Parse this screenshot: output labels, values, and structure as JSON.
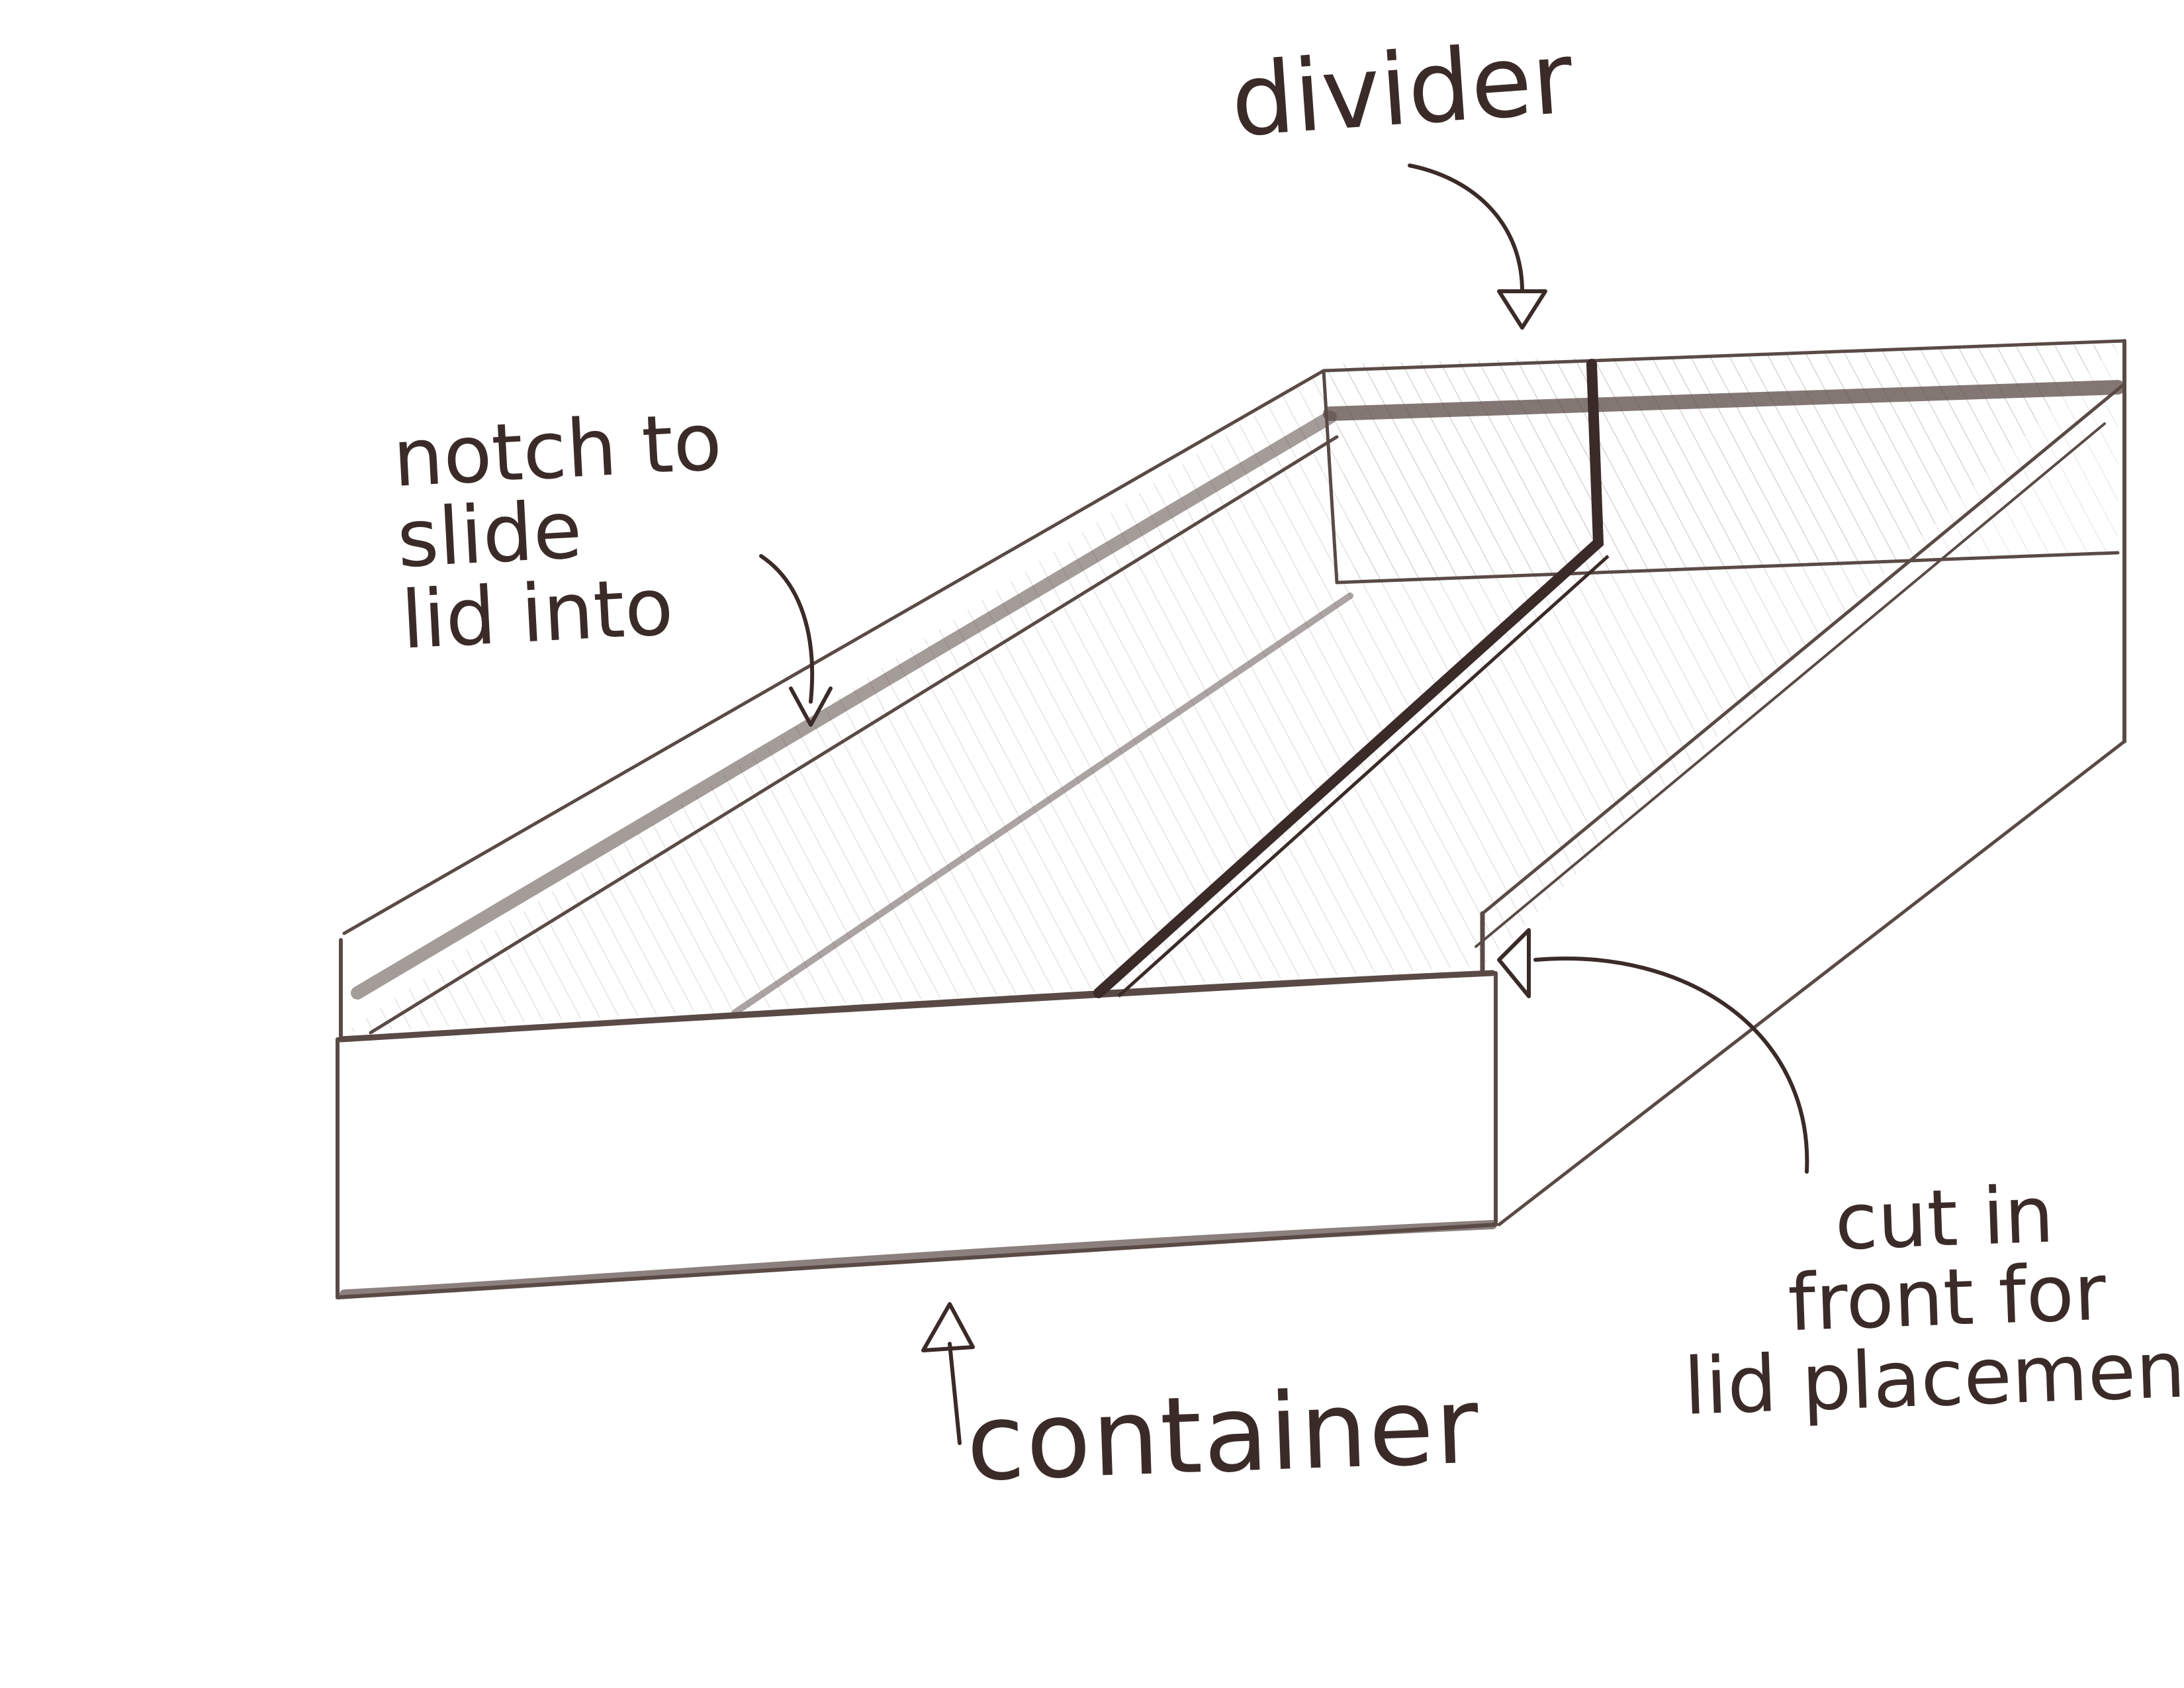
{
  "diagram": {
    "labels": {
      "divider": "divider",
      "notch": [
        "notch to",
        "slide",
        "lid into"
      ],
      "container": "container",
      "cut": [
        "cut in",
        "front for",
        "lid placement"
      ]
    },
    "colors": {
      "ink": "#3b2b28",
      "pencil": "#5a4a46",
      "shade": "#8a7d79",
      "paper": "#ffffff"
    }
  }
}
